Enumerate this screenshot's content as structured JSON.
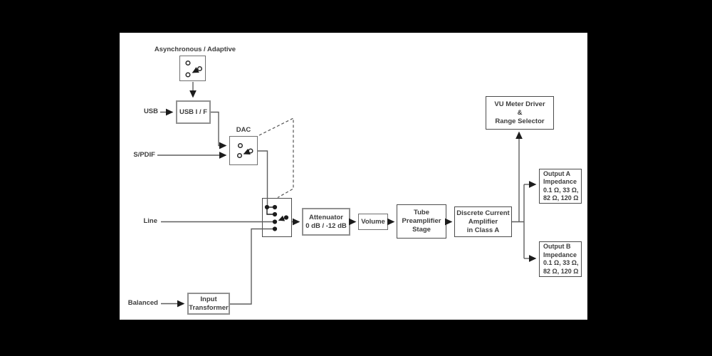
{
  "note_async": "Asynchronous / Adaptive",
  "labels": {
    "usb": "USB",
    "spdif": "S/PDIF",
    "line": "Line",
    "balanced": "Balanced",
    "dac": "DAC"
  },
  "blocks": {
    "usb_if": {
      "title": "USB I / F"
    },
    "attenuator": {
      "lines": [
        "Attenuator",
        "0 dB / -12 dB"
      ]
    },
    "volume": {
      "title": "Volume"
    },
    "tube": {
      "lines": [
        "Tube",
        "Preamplifier",
        "Stage"
      ]
    },
    "discrete": {
      "lines": [
        "Discrete Current",
        "Amplifier",
        "in Class A"
      ]
    },
    "vu_meter": {
      "lines": [
        "VU Meter Driver",
        "&",
        "Range Selector"
      ]
    },
    "output_a": {
      "lines": [
        "Output A",
        "Impedance",
        "0.1 Ω, 33 Ω,",
        "82 Ω, 120 Ω"
      ]
    },
    "output_b": {
      "lines": [
        "Output B",
        "Impedance",
        "0.1 Ω, 33 Ω,",
        "82 Ω, 120 Ω"
      ]
    },
    "input_transformer": {
      "lines": [
        "Input",
        "Transformer"
      ]
    }
  },
  "icons": {
    "mode_switch": "selector-switch-icon",
    "dac_input_switch": "selector-switch-icon",
    "input_selector_switch": "selector-switch-symbol"
  },
  "colors": {
    "background": "#000000",
    "canvas": "#ffffff",
    "connector_line": "#5f5f5f",
    "border_light": "#919191",
    "border_dark": "#4c4c4c",
    "text": "#3d3d3d",
    "dot": "#1c1c1c"
  }
}
